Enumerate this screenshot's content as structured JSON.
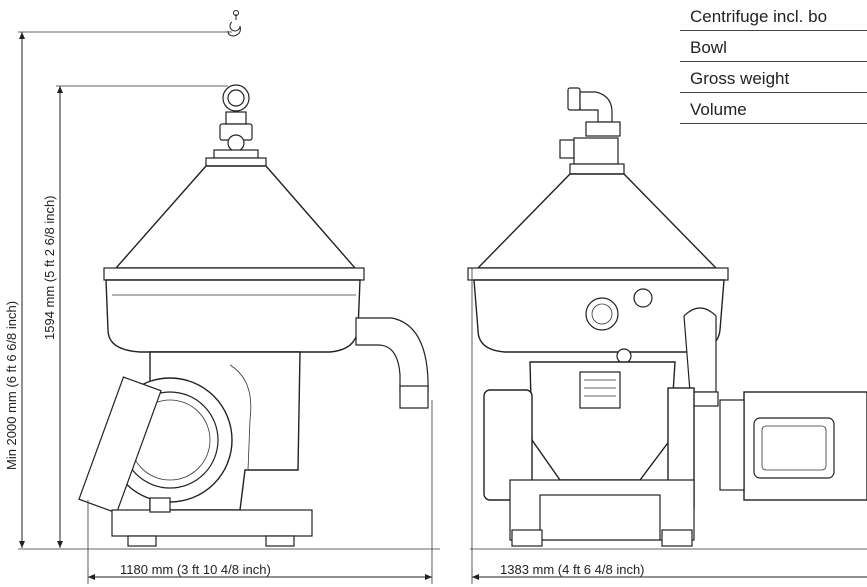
{
  "dimensions": {
    "min_height": "Min 2000 mm (6 ft 6 6/8 inch)",
    "height": "1594 mm (5 ft 2 6/8 inch)",
    "width_side": "1180 mm (3 ft 10 4/8 inch)",
    "width_front": "1383 mm (4 ft 6 4/8 inch)"
  },
  "spec_table": {
    "rows": [
      "Centrifuge incl. bo",
      "Bowl",
      "Gross weight",
      "Volume"
    ]
  },
  "icons": [
    "lifting-hook-icon"
  ]
}
